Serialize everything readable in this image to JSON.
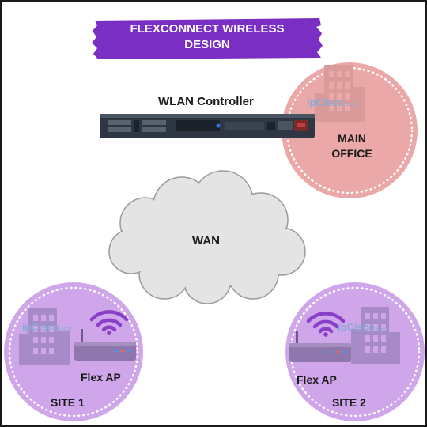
{
  "title": "FLEXCONNECT WIRELESS\nDESIGN",
  "controller": {
    "label": "WLAN Controller"
  },
  "main_office": {
    "label": "MAIN\nOFFICE",
    "watermark": "ipCisco",
    "watermark_suffix": ".com"
  },
  "wan": {
    "label": "WAN"
  },
  "site1": {
    "label": "SITE  1",
    "ap_label": "Flex AP",
    "watermark": "ipCisco",
    "watermark_suffix": ".com"
  },
  "site2": {
    "label": "SITE 2",
    "ap_label": "Flex AP",
    "watermark": "ipCisco",
    "watermark_suffix": ".com"
  },
  "colors": {
    "banner": "#7b2ec4",
    "main_office_fill": "#eaa8a8",
    "site_fill": "#cfa6ea",
    "building_main": "#d99a9a",
    "building_site": "#a78bc9",
    "wifi": "#8a3fc8",
    "cloud": "#e4e4e4"
  }
}
